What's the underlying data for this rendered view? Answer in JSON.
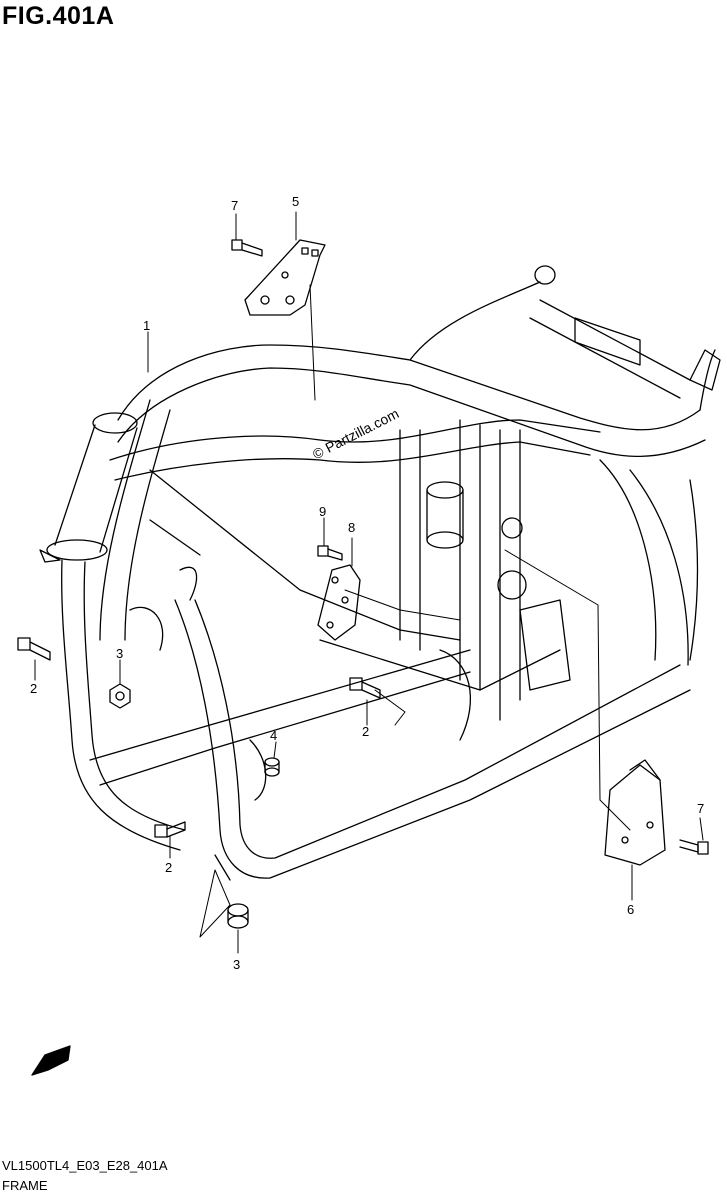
{
  "figure": {
    "title": "FIG.401A",
    "code": "VL1500TL4_E03_E28_401A",
    "name": "FRAME",
    "watermark": "© Partzilla.com",
    "fwd_label": "FWD"
  },
  "callouts": {
    "c1": "1",
    "c2a": "2",
    "c2b": "2",
    "c2c": "2",
    "c3a": "3",
    "c3b": "3",
    "c4": "4",
    "c5": "5",
    "c6": "6",
    "c7a": "7",
    "c7b": "7",
    "c8": "8",
    "c9": "9"
  },
  "colors": {
    "line": "#000000",
    "background": "#ffffff"
  }
}
